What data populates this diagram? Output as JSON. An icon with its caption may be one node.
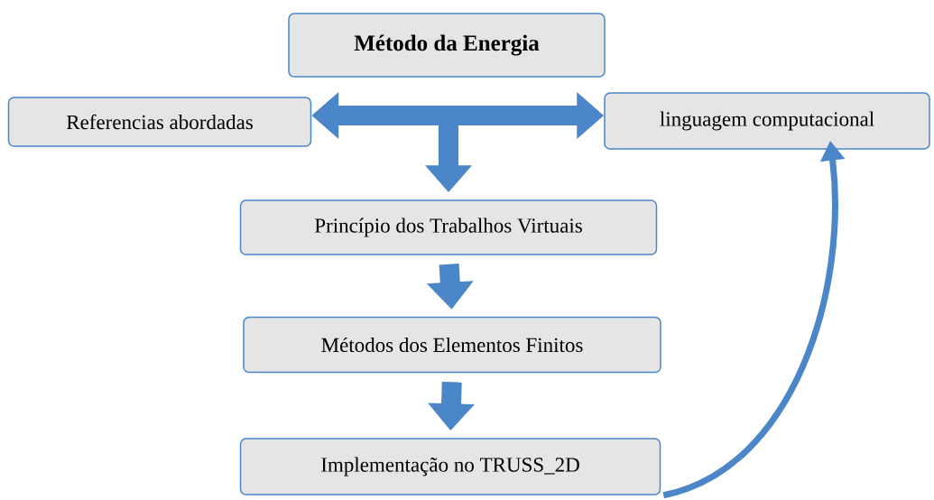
{
  "diagram": {
    "nodes": [
      {
        "text": [
          "Método da Energia"
        ]
      },
      {
        "text": [
          "Referencias abordadas"
        ]
      },
      {
        "text": [
          "linguagem computacional"
        ]
      },
      {
        "text": [
          "Princípio dos Trabalhos Virtuais"
        ]
      },
      {
        "text": [
          "Métodos dos Elementos Finitos"
        ]
      },
      {
        "text": [
          "Implementação no TRUSS_2D"
        ]
      }
    ],
    "edges": [
      {
        "from": 1,
        "to": 2,
        "arrow": "both"
      },
      {
        "from": null,
        "to": 3,
        "arrow": "to"
      },
      {
        "from": 3,
        "to": 4,
        "arrow": "to"
      },
      {
        "from": 4,
        "to": 5,
        "arrow": "to"
      },
      {
        "from": 5,
        "to": 2,
        "arrow": "to"
      }
    ]
  }
}
